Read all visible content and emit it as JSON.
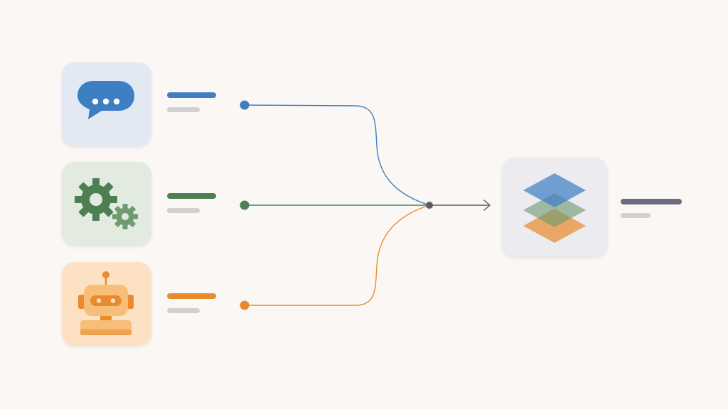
{
  "colors": {
    "background": "#faf7f4",
    "chat": "#3e7fc4",
    "chat_tile": "#e2e9f3",
    "gear": "#4e7f52",
    "gear_light": "#6f9a72",
    "gear_tile": "#e3ebe1",
    "robot": "#e98a2e",
    "robot_tile": "#fde1c3",
    "robot_body": "#f6be78",
    "hub": "#5c5b6a",
    "output_tile": "#ebebf0",
    "placeholder_gray": "#d3d1d0",
    "output_bar": "#6c6b7e"
  },
  "sources": [
    {
      "id": "chat",
      "icon": "chat-bubble-icon",
      "accent": "#3e7fc4"
    },
    {
      "id": "tools",
      "icon": "gears-icon",
      "accent": "#4e7f52"
    },
    {
      "id": "agent",
      "icon": "robot-icon",
      "accent": "#e98a2e"
    }
  ],
  "output": {
    "icon": "layers-stack-icon",
    "accent": "#6c6b7e"
  }
}
